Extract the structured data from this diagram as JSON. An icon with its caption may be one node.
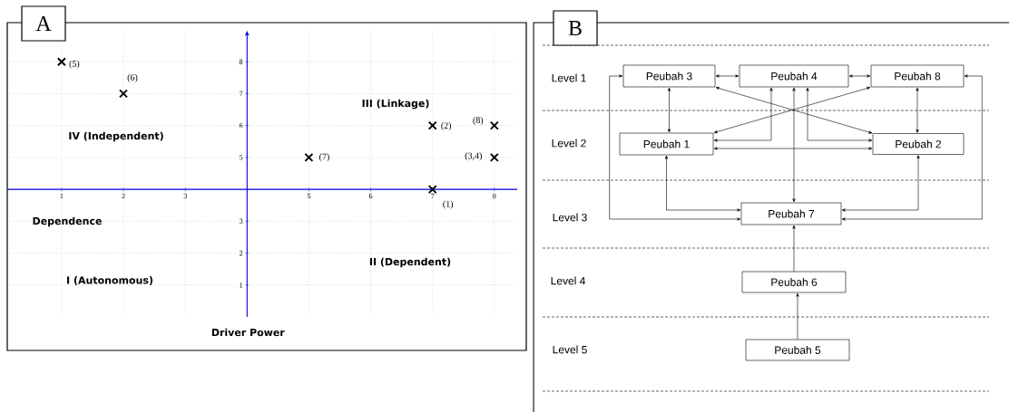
{
  "diagram": {
    "nodes": [
      {
        "text": [
          "Peubah 3"
        ]
      },
      {
        "text": [
          "Peubah 4"
        ]
      },
      {
        "text": [
          "Peubah 8"
        ]
      },
      {
        "text": [
          "Peubah 1"
        ]
      },
      {
        "text": [
          "Peubah 2"
        ]
      },
      {
        "text": [
          "Peubah 7"
        ]
      },
      {
        "text": [
          "Peubah 6"
        ]
      },
      {
        "text": [
          "Peubah 5"
        ]
      }
    ],
    "edges": [
      {
        "from": 0,
        "to": 1,
        "arrow": "both"
      },
      {
        "from": 1,
        "to": 2,
        "arrow": "both"
      },
      {
        "from": 0,
        "to": 3,
        "arrow": "both"
      },
      {
        "from": 2,
        "to": 4,
        "arrow": "both"
      },
      {
        "from": 0,
        "to": 4,
        "arrow": "both"
      },
      {
        "from": 2,
        "to": 3,
        "arrow": "both"
      },
      {
        "from": 1,
        "to": 3,
        "arrow": "both"
      },
      {
        "from": 1,
        "to": 4,
        "arrow": "both"
      },
      {
        "from": 3,
        "to": 4,
        "arrow": "both"
      },
      {
        "from": 1,
        "to": 5,
        "arrow": "both"
      },
      {
        "from": 3,
        "to": 5,
        "arrow": "both"
      },
      {
        "from": 4,
        "to": 5,
        "arrow": "both"
      },
      {
        "from": 0,
        "to": 5,
        "arrow": "both"
      },
      {
        "from": 2,
        "to": 5,
        "arrow": "both"
      },
      {
        "from": 6,
        "to": 5,
        "arrow": "to"
      },
      {
        "from": 7,
        "to": 6,
        "arrow": "to"
      }
    ],
    "labels": [
      "A",
      "B",
      "Level 1",
      "Level 2",
      "Level 3",
      "Level 4",
      "Level 5",
      "(5)",
      "(6)",
      "(7)",
      "(2)",
      "(1)",
      "(8)",
      "(3,4)"
    ],
    "chart_data": {
      "type": "scatter",
      "xlabel": "Driver Power",
      "ylabel": "Dependence",
      "x": [
        1,
        2,
        5,
        7,
        7,
        8,
        8
      ],
      "values": [
        8,
        7,
        5,
        6,
        4,
        6,
        5
      ],
      "grid": true,
      "xlim": [
        0.15,
        8.37
      ],
      "ylim": [
        0,
        8.97
      ],
      "xticks": [
        1,
        2,
        3,
        5,
        6,
        7,
        8
      ],
      "yticks": [
        1,
        2,
        3,
        5,
        6,
        7,
        8
      ],
      "annotations": [
        "IV (Independent)",
        "III (Linkage)",
        "I (Autonomous)",
        "II (Dependent)"
      ]
    }
  }
}
